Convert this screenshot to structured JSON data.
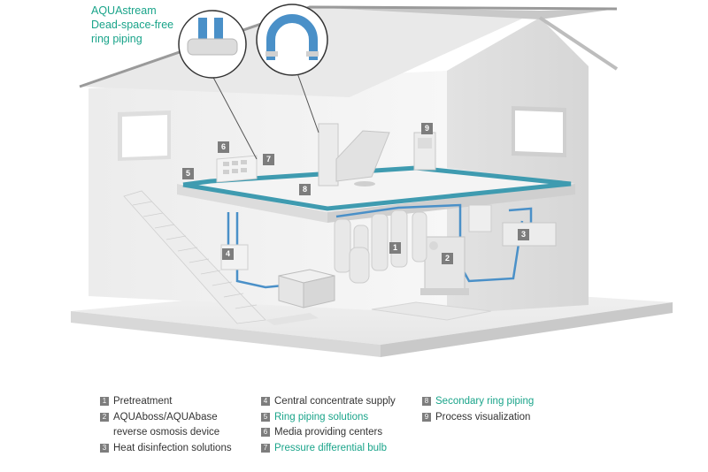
{
  "title_lines": [
    "AQUAstream",
    "Dead-space-free",
    "ring piping"
  ],
  "badges": {
    "b1": "1",
    "b2": "2",
    "b3": "3",
    "b4": "4",
    "b5": "5",
    "b6": "6",
    "b7": "7",
    "b8": "8",
    "b9": "9"
  },
  "legend": {
    "col1": [
      {
        "num": "1",
        "text": "Pretreatment"
      },
      {
        "num": "2",
        "text": "AQUAboss/AQUAbase",
        "text2": "reverse osmosis device"
      },
      {
        "num": "3",
        "text": "Heat disinfection solutions"
      }
    ],
    "col2": [
      {
        "num": "4",
        "text": "Central concentrate supply"
      },
      {
        "num": "5",
        "text": "Ring piping solutions"
      },
      {
        "num": "6",
        "text": "Media providing centers"
      },
      {
        "num": "7",
        "text": "Pressure differential bulb"
      }
    ],
    "col3": [
      {
        "num": "8",
        "text": "Secondary ring piping"
      },
      {
        "num": "9",
        "text": "Process visualization"
      }
    ]
  },
  "colors": {
    "teal": "#1aa48a",
    "pipe_blue": "#4a90c8",
    "badge_gray": "#7d7d7d"
  }
}
